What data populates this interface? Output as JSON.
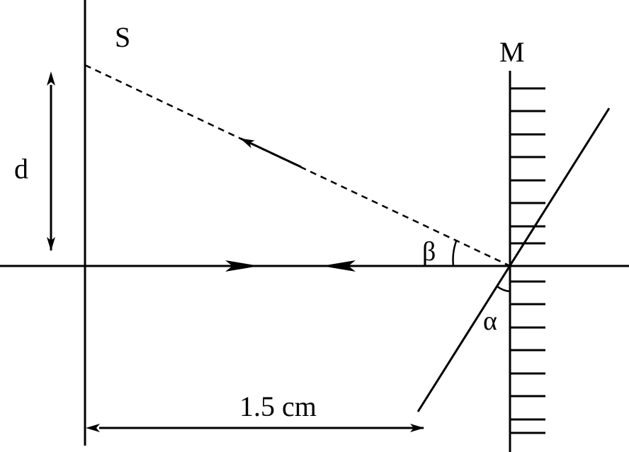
{
  "labels": {
    "source": "S",
    "mirror": "M",
    "separation": "d",
    "distance": "1.5 cm",
    "beta": "β",
    "alpha": "α"
  },
  "colors": {
    "ink": "#000000",
    "background": "#ffffff"
  }
}
